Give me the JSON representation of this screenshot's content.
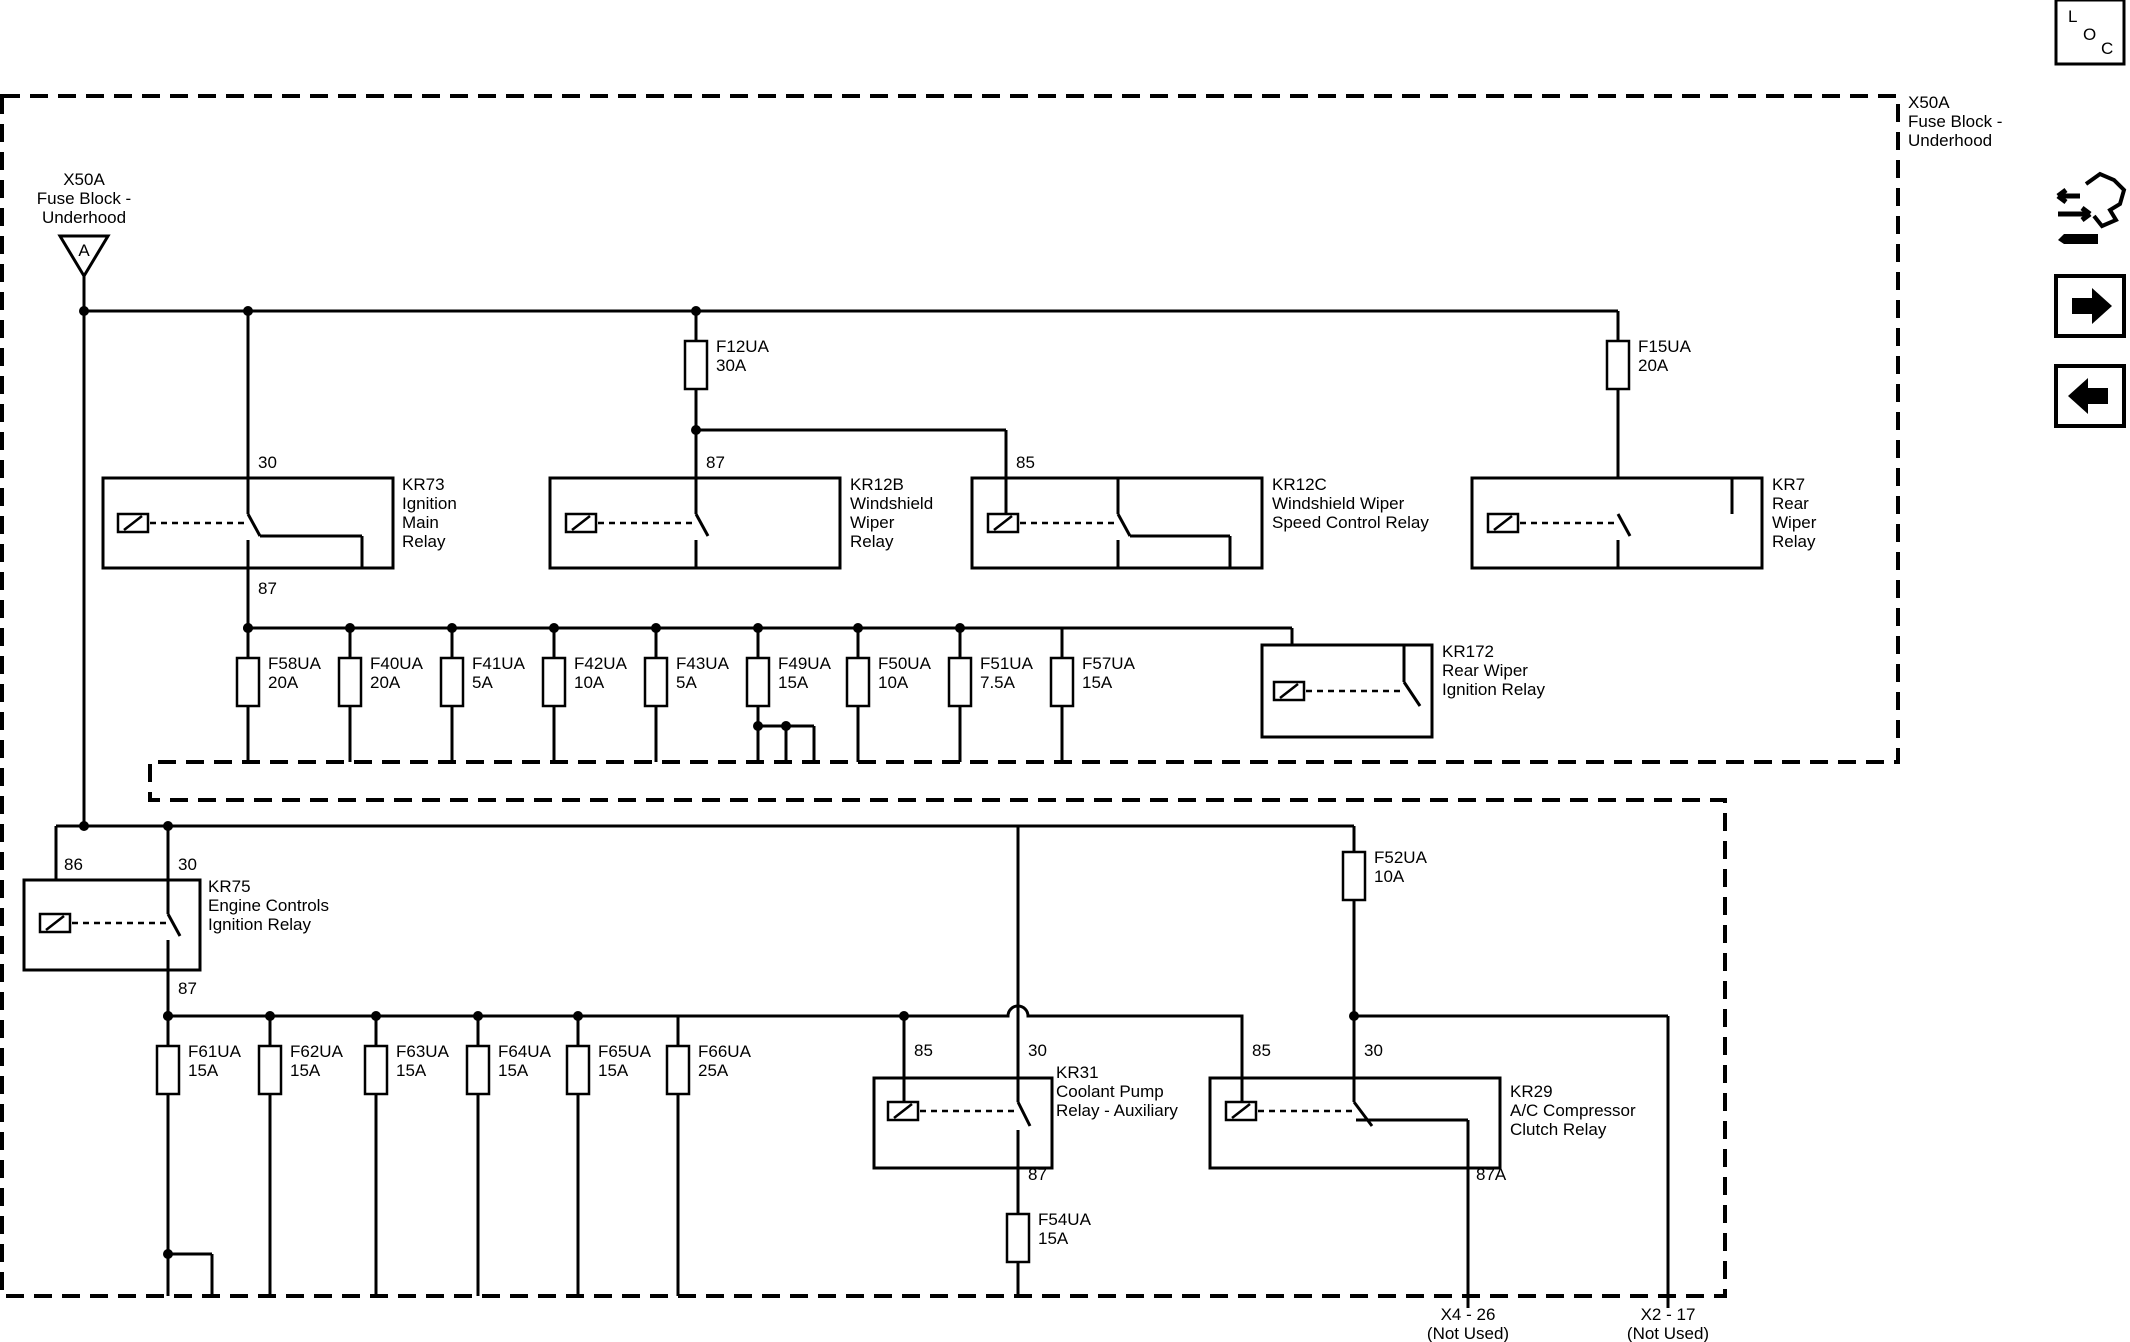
{
  "connector": {
    "name": "X50A",
    "desc1": "Fuse Block -",
    "desc2": "Underhood",
    "pin": "A"
  },
  "block": {
    "name": "X50A",
    "desc1": "Fuse Block -",
    "desc2": "Underhood"
  },
  "loc_button": {
    "l": "L",
    "o": "O",
    "c": "C"
  },
  "fuses": {
    "F12UA": {
      "name": "F12UA",
      "rating": "30A"
    },
    "F15UA": {
      "name": "F15UA",
      "rating": "20A"
    },
    "F58UA": {
      "name": "F58UA",
      "rating": "20A"
    },
    "F40UA": {
      "name": "F40UA",
      "rating": "20A"
    },
    "F41UA": {
      "name": "F41UA",
      "rating": "5A"
    },
    "F42UA": {
      "name": "F42UA",
      "rating": "10A"
    },
    "F43UA": {
      "name": "F43UA",
      "rating": "5A"
    },
    "F49UA": {
      "name": "F49UA",
      "rating": "15A"
    },
    "F50UA": {
      "name": "F50UA",
      "rating": "10A"
    },
    "F51UA": {
      "name": "F51UA",
      "rating": "7.5A"
    },
    "F57UA": {
      "name": "F57UA",
      "rating": "15A"
    },
    "F52UA": {
      "name": "F52UA",
      "rating": "10A"
    },
    "F61UA": {
      "name": "F61UA",
      "rating": "15A"
    },
    "F62UA": {
      "name": "F62UA",
      "rating": "15A"
    },
    "F63UA": {
      "name": "F63UA",
      "rating": "15A"
    },
    "F64UA": {
      "name": "F64UA",
      "rating": "15A"
    },
    "F65UA": {
      "name": "F65UA",
      "rating": "15A"
    },
    "F66UA": {
      "name": "F66UA",
      "rating": "25A"
    },
    "F54UA": {
      "name": "F54UA",
      "rating": "15A"
    }
  },
  "relays": {
    "KR73": {
      "id": "KR73",
      "l1": "Ignition",
      "l2": "Main",
      "l3": "Relay",
      "pin_in": "30",
      "pin_out": "87"
    },
    "KR12B": {
      "id": "KR12B",
      "l1": "Windshield",
      "l2": "Wiper",
      "l3": "Relay",
      "pin_in": "87"
    },
    "KR12C": {
      "id": "KR12C",
      "l1": "Windshield Wiper",
      "l2": "Speed Control Relay",
      "pin_in": "85"
    },
    "KR7": {
      "id": "KR7",
      "l1": "Rear",
      "l2": "Wiper",
      "l3": "Relay"
    },
    "KR172": {
      "id": "KR172",
      "l1": "Rear Wiper",
      "l2": "Ignition Relay"
    },
    "KR75": {
      "id": "KR75",
      "l1": "Engine Controls",
      "l2": "Ignition Relay",
      "pin_coil": "86",
      "pin_in": "30",
      "pin_out": "87"
    },
    "KR31": {
      "id": "KR31",
      "l1": "Coolant Pump",
      "l2": "Relay - Auxiliary",
      "pin_coil": "85",
      "pin_in": "30",
      "pin_out": "87"
    },
    "KR29": {
      "id": "KR29",
      "l1": "A/C Compressor",
      "l2": "Clutch Relay",
      "pin_coil": "85",
      "pin_in": "30",
      "pin_out": "87A"
    }
  },
  "outputs": {
    "x4": {
      "name": "X4 - 26",
      "note": "(Not Used)"
    },
    "x2": {
      "name": "X2 - 17",
      "note": "(Not Used)"
    }
  }
}
